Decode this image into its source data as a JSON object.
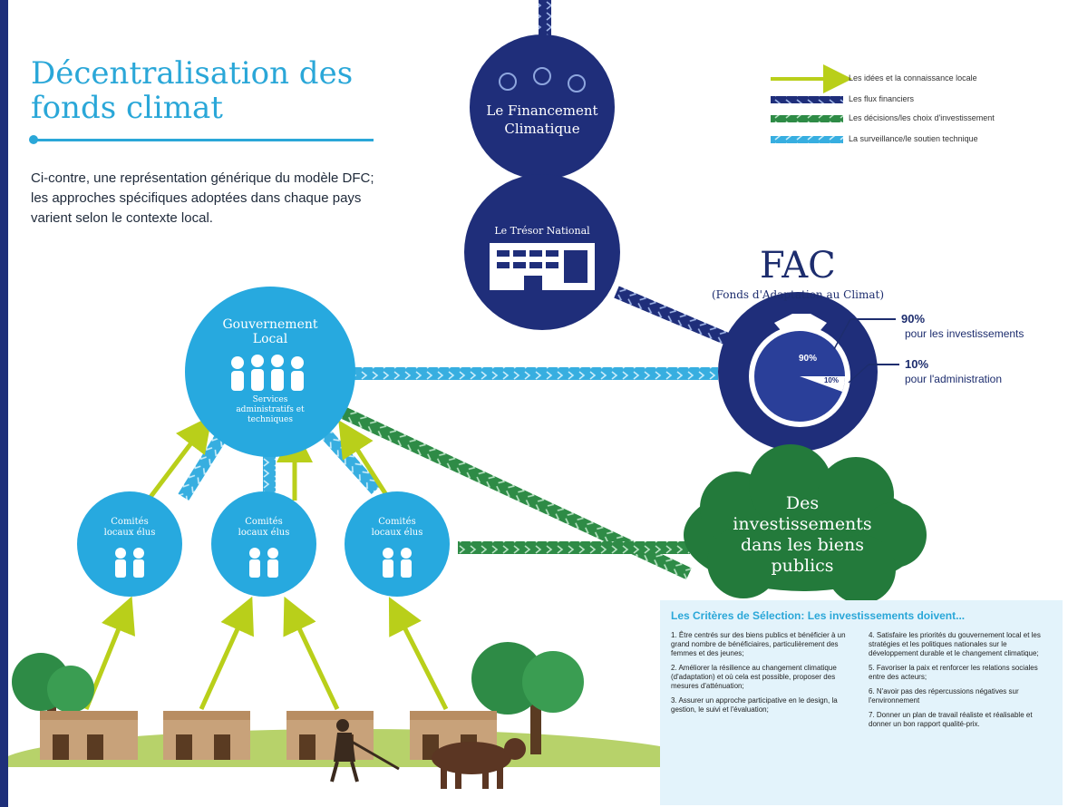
{
  "title": "Décentralisation des fonds climat",
  "description": "Ci-contre, une représentation générique du modèle DFC; les approches spécifiques adoptées dans chaque pays varient selon le contexte local.",
  "legend": [
    {
      "label": "Les idées et la connaissance locale",
      "color": "#b9cf1a",
      "style": "arrow"
    },
    {
      "label": "Les flux financiers",
      "color": "#1f2e7a",
      "style": "dash"
    },
    {
      "label": "Les décisions/les choix d'investissement",
      "color": "#2e8b46",
      "style": "dash"
    },
    {
      "label": "La surveillance/le soutien technique",
      "color": "#37aee0",
      "style": "dash"
    }
  ],
  "nodes": {
    "financement": {
      "line1": "Le Financement",
      "line2": "Climatique"
    },
    "tresor": {
      "label": "Le Trésor National"
    },
    "fac": {
      "title": "FAC",
      "subtitle": "(Fonds d'Adaptation au Climat)",
      "slice_big": "90%",
      "slice_small": "10%"
    },
    "gouvernement": {
      "title1": "Gouvernement",
      "title2": "Local",
      "sub": "Services administratifs et techniques"
    },
    "comites": [
      {
        "label": "Comités locaux élus"
      },
      {
        "label": "Comités locaux élus"
      },
      {
        "label": "Comités locaux élus"
      }
    ],
    "investissements": {
      "label": "Des investissements dans les biens publics"
    }
  },
  "fac_split": {
    "investments": {
      "percent": "90%",
      "text": "pour les investissements"
    },
    "administration": {
      "percent": "10%",
      "text": "pour l'administration"
    }
  },
  "criteria": {
    "title": "Les Critères de Sélection: Les investissements doivent...",
    "left": [
      "1. Être centrés sur des biens publics et bénéficier à un grand nombre de bénéficiaires, particulièrement des femmes et des jeunes;",
      "2. Améliorer la résilience au changement climatique (d'adaptation) et où cela est possible, proposer des mesures d'atténuation;",
      "3. Assurer un approche participative en le design, la gestion, le suivi et l'évaluation;"
    ],
    "right": [
      "4. Satisfaire les priorités du gouvernement local et les stratégies et les politiques nationales sur le développement durable et le changement climatique;",
      "5. Favoriser la paix et renforcer les relations sociales entre des acteurs;",
      "6. N'avoir pas des répercussions négatives sur l'environnement",
      "7. Donner un plan de travail réaliste et réalisable et donner un bon rapport qualité-prix."
    ]
  }
}
